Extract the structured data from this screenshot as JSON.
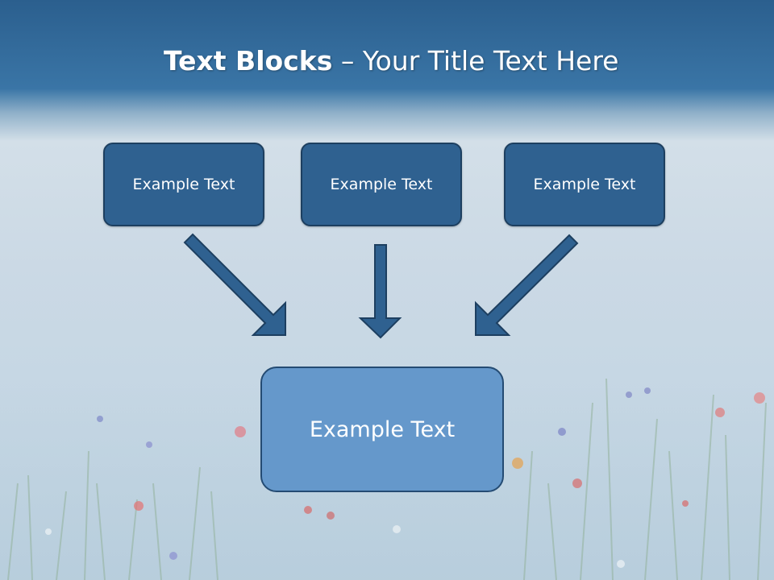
{
  "slide": {
    "title_bold": "Text Blocks",
    "title_rest": " – Your Title Text Here",
    "blocks": [
      {
        "label": "Example Text"
      },
      {
        "label": "Example Text"
      },
      {
        "label": "Example Text"
      }
    ],
    "target": {
      "label": "Example Text"
    }
  },
  "colors": {
    "header_blue": "#2b5f8e",
    "box_dark": "#2f6190",
    "box_light": "#6598cb",
    "arrow_fill": "#2f6190",
    "outline": "#1d3f60"
  }
}
